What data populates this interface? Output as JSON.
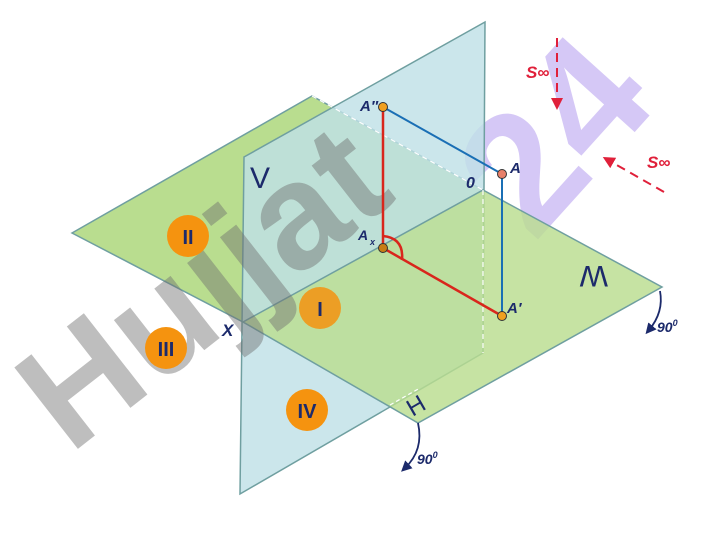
{
  "watermark": {
    "brand": "Hujjat",
    "number": "24"
  },
  "planes": {
    "horizontal": "H",
    "vertical": "V",
    "profile": "W"
  },
  "axis": {
    "x": "X",
    "origin": "0"
  },
  "points": {
    "A": "A",
    "A1": "A′",
    "A2": "A′′",
    "Ax": "A",
    "Ax_sub": "x"
  },
  "quadrants": [
    "I",
    "II",
    "III",
    "IV"
  ],
  "rotation": {
    "right": "90",
    "front": "90",
    "sup": "0"
  },
  "projection_dir": {
    "front": "S∞",
    "side": "S∞"
  },
  "colors": {
    "h_plane": "#b9dd8f",
    "v_plane": "#bfe0e6",
    "red_line": "#d9261c",
    "blue_line": "#1a6fb5",
    "quadrant_circle": "#f5930f",
    "s_arrow": "#e0203a",
    "watermark_gray": "#6e6e6e",
    "watermark_purple": "#b9a3f0"
  }
}
